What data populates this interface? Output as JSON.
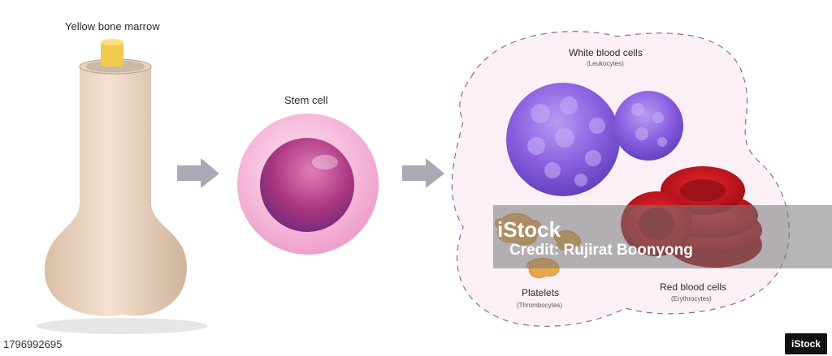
{
  "labels": {
    "yellow_bone_marrow": "Yellow bone marrow",
    "stem_cell": "Stem cell",
    "white_blood_cells": "White blood cells",
    "white_blood_cells_sub": "(Leukocytes)",
    "platelets": "Platelets",
    "platelets_sub": "(Thrombocytes)",
    "red_blood_cells": "Red blood cells",
    "red_blood_cells_sub": "(Erythrocytes)"
  },
  "watermark": {
    "logo": "iStock",
    "credit": "Credit: Rujirat Boonyong"
  },
  "footer": {
    "image_id": "1796992695",
    "logo_text": "iStock"
  },
  "colors": {
    "bone": "#f0d9c3",
    "marrow_plug": "#f2c94c",
    "stem_outer": "#f7b7d8",
    "stem_nucleus": "#b13c8c",
    "wbc": "#8d63e0",
    "rbc": "#c8161d",
    "platelet": "#e8a84a",
    "group_bg": "#fbf0f6",
    "dash": "#8a6a9a",
    "arrow": "#a9abb4"
  }
}
